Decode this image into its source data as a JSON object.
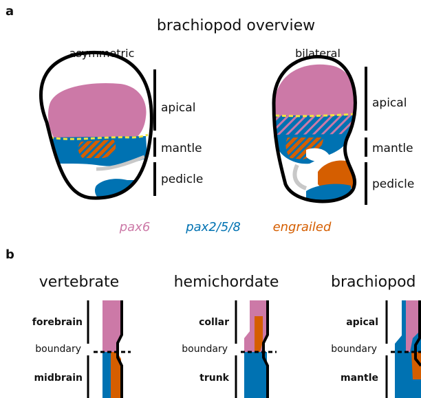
{
  "panel_a": {
    "letter": "a",
    "title": "brachiopod overview",
    "asymmetric_label": "asymmetric",
    "bilateral_label": "bilateral",
    "regions": {
      "apical": "apical",
      "mantle": "mantle",
      "pedicle": "pedicle"
    },
    "legend": [
      {
        "label": "pax6",
        "color": "#cc79a7"
      },
      {
        "label": "pax2/5/8",
        "color": "#0072b2"
      },
      {
        "label": "engrailed",
        "color": "#d55e00"
      }
    ]
  },
  "panel_b": {
    "letter": "b",
    "columns": [
      {
        "title": "vertebrate",
        "upper": "forebrain",
        "boundary": "boundary",
        "lower": "midbrain"
      },
      {
        "title": "hemichordate",
        "upper": "collar",
        "boundary": "boundary",
        "lower": "trunk"
      },
      {
        "title": "brachiopod",
        "upper": "apical",
        "boundary": "boundary",
        "lower": "mantle"
      }
    ]
  },
  "colors": {
    "pink": "#cc79a7",
    "blue": "#0072b2",
    "orange": "#d55e00",
    "yellow": "#f0e442",
    "grey": "#c8c8c8"
  }
}
